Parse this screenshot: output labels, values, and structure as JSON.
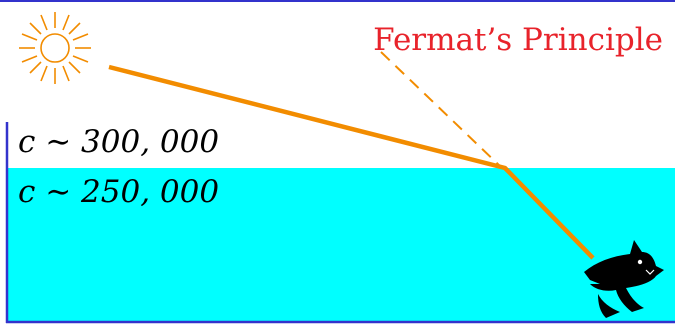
{
  "title": "Fermat’s Principle",
  "air": {
    "speed_label": "c ∼ 300, 000",
    "speed": 300000
  },
  "water": {
    "speed_label": "c ∼ 250, 000",
    "speed": 250000
  },
  "icons": {
    "light_source": "sun-icon",
    "observer": "shark-icon"
  },
  "colors": {
    "frame": "#3333cc",
    "water": "#00ffff",
    "ray": "#f28c00",
    "sun": "#f28c00",
    "title": "#e8232b",
    "text": "#000000",
    "shark": "#000000"
  }
}
